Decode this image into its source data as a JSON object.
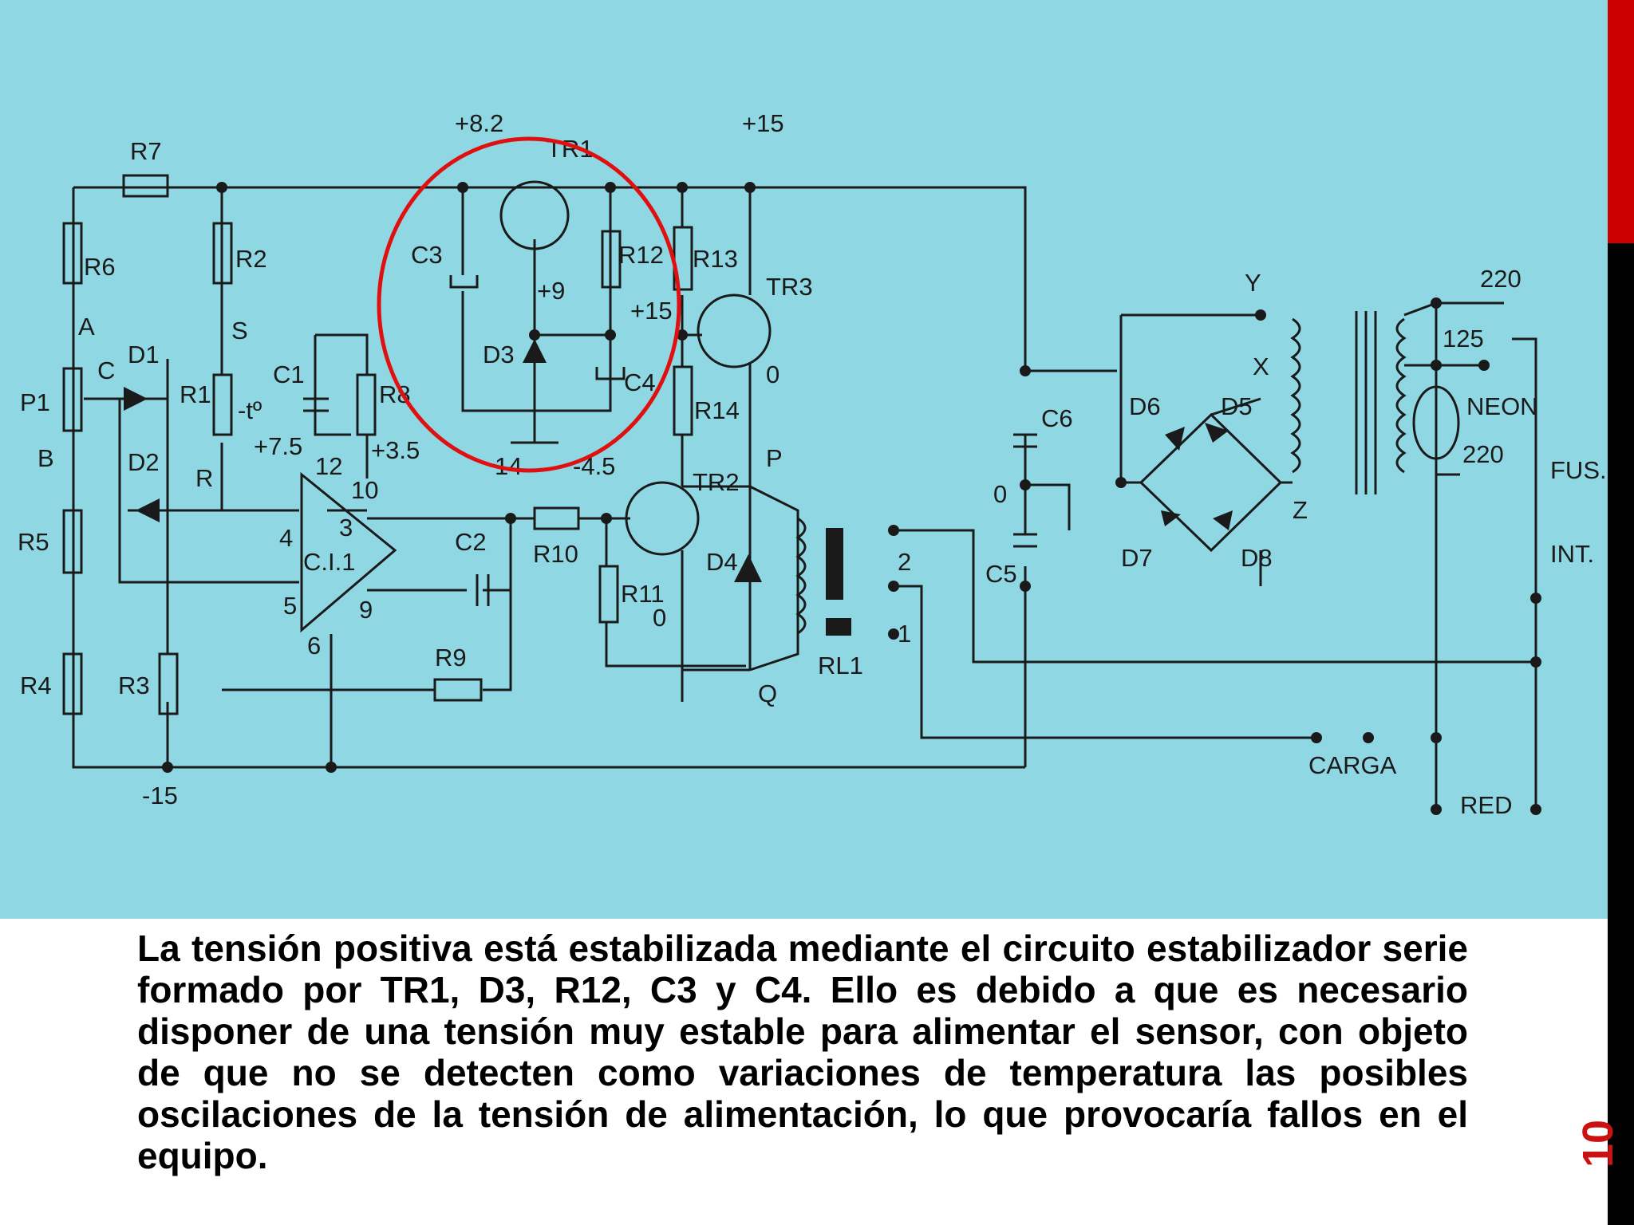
{
  "diagram": {
    "labels": {
      "r7": "R7",
      "r6": "R6",
      "r2": "R2",
      "r5": "R5",
      "r4": "R4",
      "r3": "R3",
      "p1": "P1",
      "a": "A",
      "b": "B",
      "c": "C",
      "s": "S",
      "r": "R",
      "d1": "D1",
      "d2": "D2",
      "r1": "R1",
      "temp": "-tº",
      "c1": "C1",
      "v75": "+7.5",
      "r8": "R8",
      "v35": "+3.5",
      "p12": "12",
      "p10": "10",
      "p4": "4",
      "p3": "3",
      "p5": "5",
      "p9": "9",
      "p6": "6",
      "ci1": "C.I.1",
      "c2": "C2",
      "r10": "R10",
      "r9": "R9",
      "m15": "-15",
      "v82": "+8.2",
      "tr1": "TR1",
      "c3": "C3",
      "r12": "R12",
      "v9": "+9",
      "d3": "D3",
      "c4": "C4",
      "p14": "14",
      "v15": "+15",
      "r13": "R13",
      "tr3": "TR3",
      "v15b": "+15",
      "z0a": "0",
      "r14": "R14",
      "m45": "-4.5",
      "tr2": "TR2",
      "pp": "P",
      "r11": "R11",
      "z0b": "0",
      "d4": "D4",
      "q": "Q",
      "rl1": "RL1",
      "n2": "2",
      "n1": "1",
      "c6": "C6",
      "z0c": "0",
      "c5": "C5",
      "d6": "D6",
      "d5": "D5",
      "d7": "D7",
      "d8": "D8",
      "y": "Y",
      "x": "X",
      "z": "Z",
      "v220": "220",
      "v125": "125",
      "neon": "NEON",
      "neon220": "220",
      "fus": "FUS.",
      "int": "INT.",
      "carga": "CARGA",
      "red": "RED"
    }
  },
  "caption": "La tensión positiva está estabilizada mediante el circuito estabilizador serie formado por TR1, D3, R12, C3 y C4. Ello es debido a que es necesario disponer de una tensión muy estable para alimentar el sensor, con objeto de que no se detecten como variaciones de temperatura las posibles oscilaciones de la tensión de alimentación, lo que provocaría fallos en el equipo.",
  "page_number": "10",
  "colors": {
    "background": "#8fd8e3",
    "highlight": "#e01010",
    "accent": "#cc0000"
  }
}
